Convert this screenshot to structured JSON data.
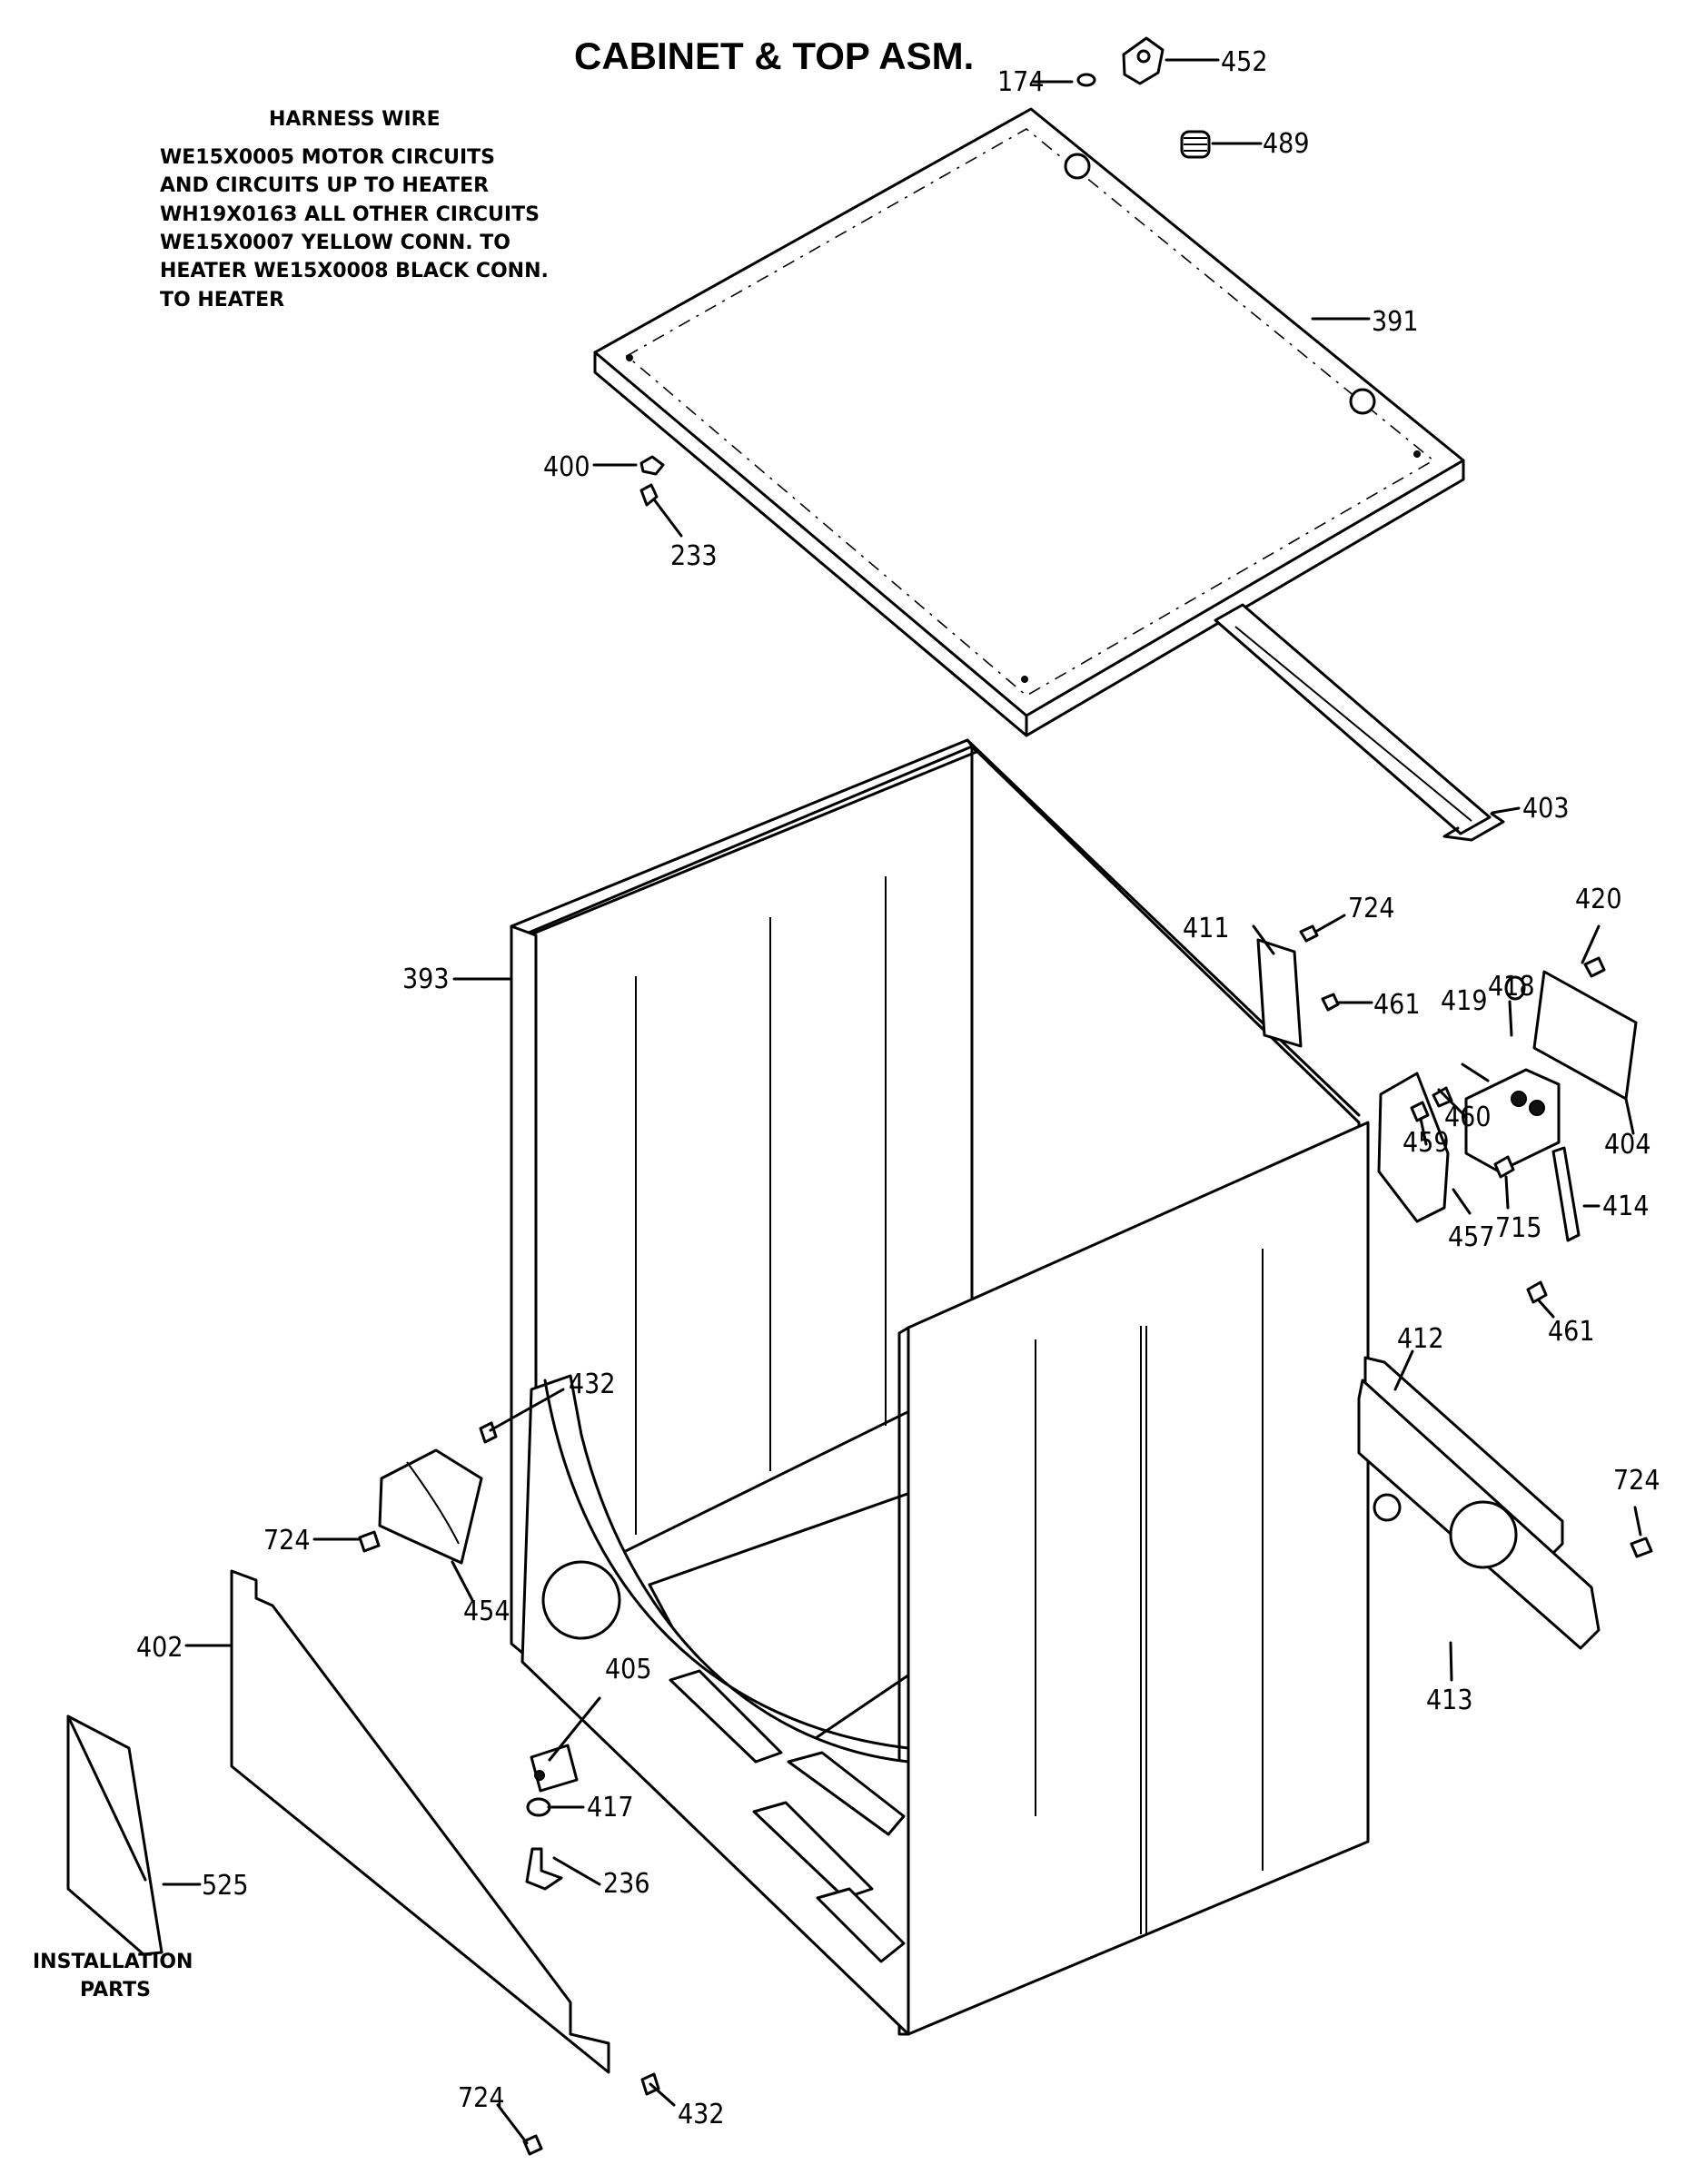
{
  "title": "CABINET & TOP ASM.",
  "notes": [
    "HARNESS WIRE",
    "WE15X0005 MOTOR CIRCUITS",
    "AND CIRCUITS UP TO HEATER",
    "WH19X0163 ALL OTHER CIRCUITS",
    "WE15X0007 YELLOW CONN. TO",
    "HEATER WE15X0008 BLACK CONN.",
    "TO HEATER"
  ],
  "installation_label": [
    "INSTALLATION",
    "PARTS"
  ],
  "parts": {
    "p174": "174",
    "p452": "452",
    "p489": "489",
    "p391": "391",
    "p400": "400",
    "p233": "233",
    "p403": "403",
    "p393": "393",
    "p411": "411",
    "p724_top": "724",
    "p420": "420",
    "p418": "418",
    "p419": "419",
    "p461_top": "461",
    "p460": "460",
    "p459": "459",
    "p404": "404",
    "p715": "715",
    "p414": "414",
    "p457": "457",
    "p461_bottom": "461",
    "p412": "412",
    "p724_right": "724",
    "p432_top": "432",
    "p724_left": "724",
    "p454": "454",
    "p402": "402",
    "p405": "405",
    "p413": "413",
    "p417": "417",
    "p236": "236",
    "p525": "525",
    "p724_bottom": "724",
    "p432_bottom": "432"
  }
}
